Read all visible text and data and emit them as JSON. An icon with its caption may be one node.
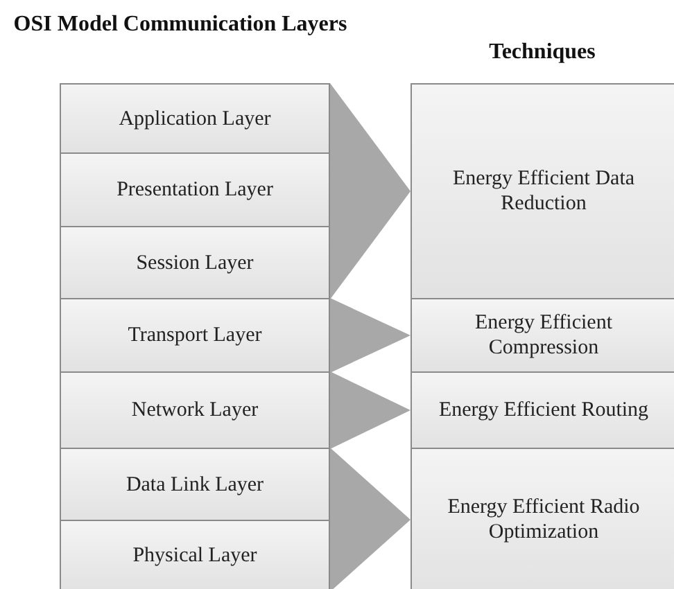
{
  "diagram": {
    "nodes": [
      {
        "text": [
          "Application Layer"
        ]
      },
      {
        "text": [
          "Presentation Layer"
        ]
      },
      {
        "text": [
          "Session Layer"
        ]
      },
      {
        "text": [
          "Transport Layer"
        ]
      },
      {
        "text": [
          "Network Layer"
        ]
      },
      {
        "text": [
          "Data Link Layer"
        ]
      },
      {
        "text": [
          "Physical Layer"
        ]
      },
      {
        "text": [
          "Energy Efficient Data Reduction"
        ]
      },
      {
        "text": [
          "Energy Efficient Compression"
        ]
      },
      {
        "text": [
          "Energy Efficient Routing"
        ]
      },
      {
        "text": [
          "Energy Efficient Radio Optimization"
        ]
      }
    ],
    "edges": [
      {
        "from": 0,
        "to": 7,
        "arrow": "to"
      },
      {
        "from": 1,
        "to": 7,
        "arrow": "to"
      },
      {
        "from": 2,
        "to": 7,
        "arrow": "to"
      },
      {
        "from": 3,
        "to": 8,
        "arrow": "to"
      },
      {
        "from": 4,
        "to": 9,
        "arrow": "to"
      },
      {
        "from": 5,
        "to": 10,
        "arrow": "to"
      },
      {
        "from": 6,
        "to": 10,
        "arrow": "to"
      }
    ],
    "labels": [
      "OSI Model Communication Layers",
      "Techniques"
    ]
  }
}
